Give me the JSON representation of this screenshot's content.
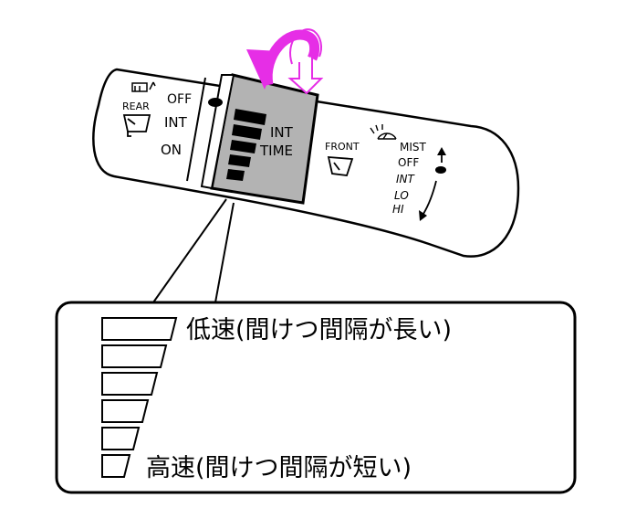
{
  "lever": {
    "rear_label": "REAR",
    "rear_positions": [
      "OFF",
      "INT",
      "ON"
    ],
    "int_time_label_line1": "INT",
    "int_time_label_line2": "TIME",
    "front_label": "FRONT",
    "front_positions": [
      "MIST",
      "OFF",
      "INT",
      "LO",
      "HI"
    ]
  },
  "legend": {
    "slow_text": "低速(間けつ間隔が長い)",
    "fast_text": "高速(間けつ間隔が短い)"
  },
  "colors": {
    "rotary_fill": "#b3b3b3",
    "arrow_magenta": "#e62ee6",
    "outline": "#000000"
  },
  "icons": {
    "rear_wiper": "rear-wiper-icon",
    "rear_washer": "rear-washer-icon",
    "front_wiper": "front-wiper-icon",
    "front_washer": "front-washer-icon"
  }
}
